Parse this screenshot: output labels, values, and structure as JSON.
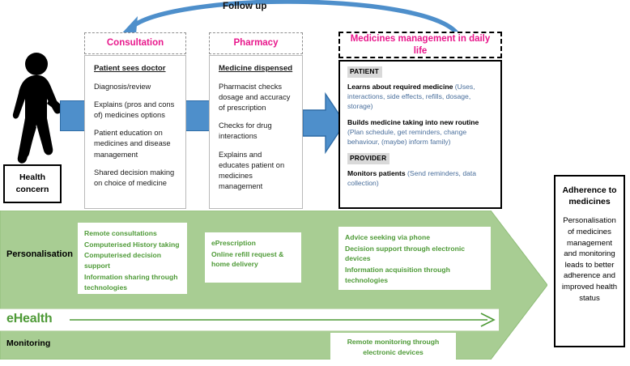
{
  "diagram": {
    "followup": {
      "label": "Follow up"
    },
    "start": {
      "label": "Health concern",
      "icon": "walking-person-icon"
    },
    "stages": [
      {
        "id": "consultation",
        "header": "Consultation",
        "subhead": "Patient sees doctor",
        "items": [
          "Diagnosis/review",
          "Explains (pros and cons of) medicines options",
          "Patient education on medicines and disease management",
          "Shared decision making on choice of medicine"
        ]
      },
      {
        "id": "pharmacy",
        "header": "Pharmacy",
        "subhead": "Medicine dispensed",
        "items": [
          "Pharmacist checks dosage and accuracy of prescription",
          "Checks for drug interactions",
          "Explains and educates patient on medicines management"
        ]
      }
    ],
    "daily": {
      "header": "Medicines management in daily life",
      "patient_tag": "PATIENT",
      "patient_items": [
        {
          "lead": "Learns about required medicine ",
          "detail": "(Uses, interactions, side effects, refills, dosage, storage)"
        },
        {
          "lead": "Builds medicine taking into new routine ",
          "detail": "(Plan schedule, get reminders, change behaviour, (maybe) inform family)"
        }
      ],
      "provider_tag": "PROVIDER",
      "provider_items": [
        {
          "lead": "Monitors patients ",
          "detail": "(Send reminders, data collection)"
        }
      ]
    },
    "personalisation": {
      "label": "Personalisation",
      "cards": [
        {
          "id": "consultation",
          "lines": [
            "Remote consultations",
            "Computerised History taking",
            "Computerised decision support",
            "Information sharing through technologies"
          ]
        },
        {
          "id": "pharmacy",
          "lines": [
            "ePrescription",
            "Online refill request & home delivery"
          ]
        },
        {
          "id": "daily",
          "lines": [
            "Advice seeking via phone",
            "Decision support through electronic devices",
            "Information acquisition through technologies"
          ]
        }
      ]
    },
    "ehealth": {
      "label": "eHealth"
    },
    "monitoring": {
      "label": "Monitoring",
      "card": "Remote monitoring through electronic devices"
    },
    "outcome": {
      "title": "Adherence to medicines",
      "text": "Personalisation of medicines management and monitoring leads to better adherence and improved health status"
    },
    "colors": {
      "magenta": "#e8188c",
      "blue": "#4e8fcb",
      "green_fill": "#a8cd93",
      "green_text": "#4e9a37"
    }
  }
}
